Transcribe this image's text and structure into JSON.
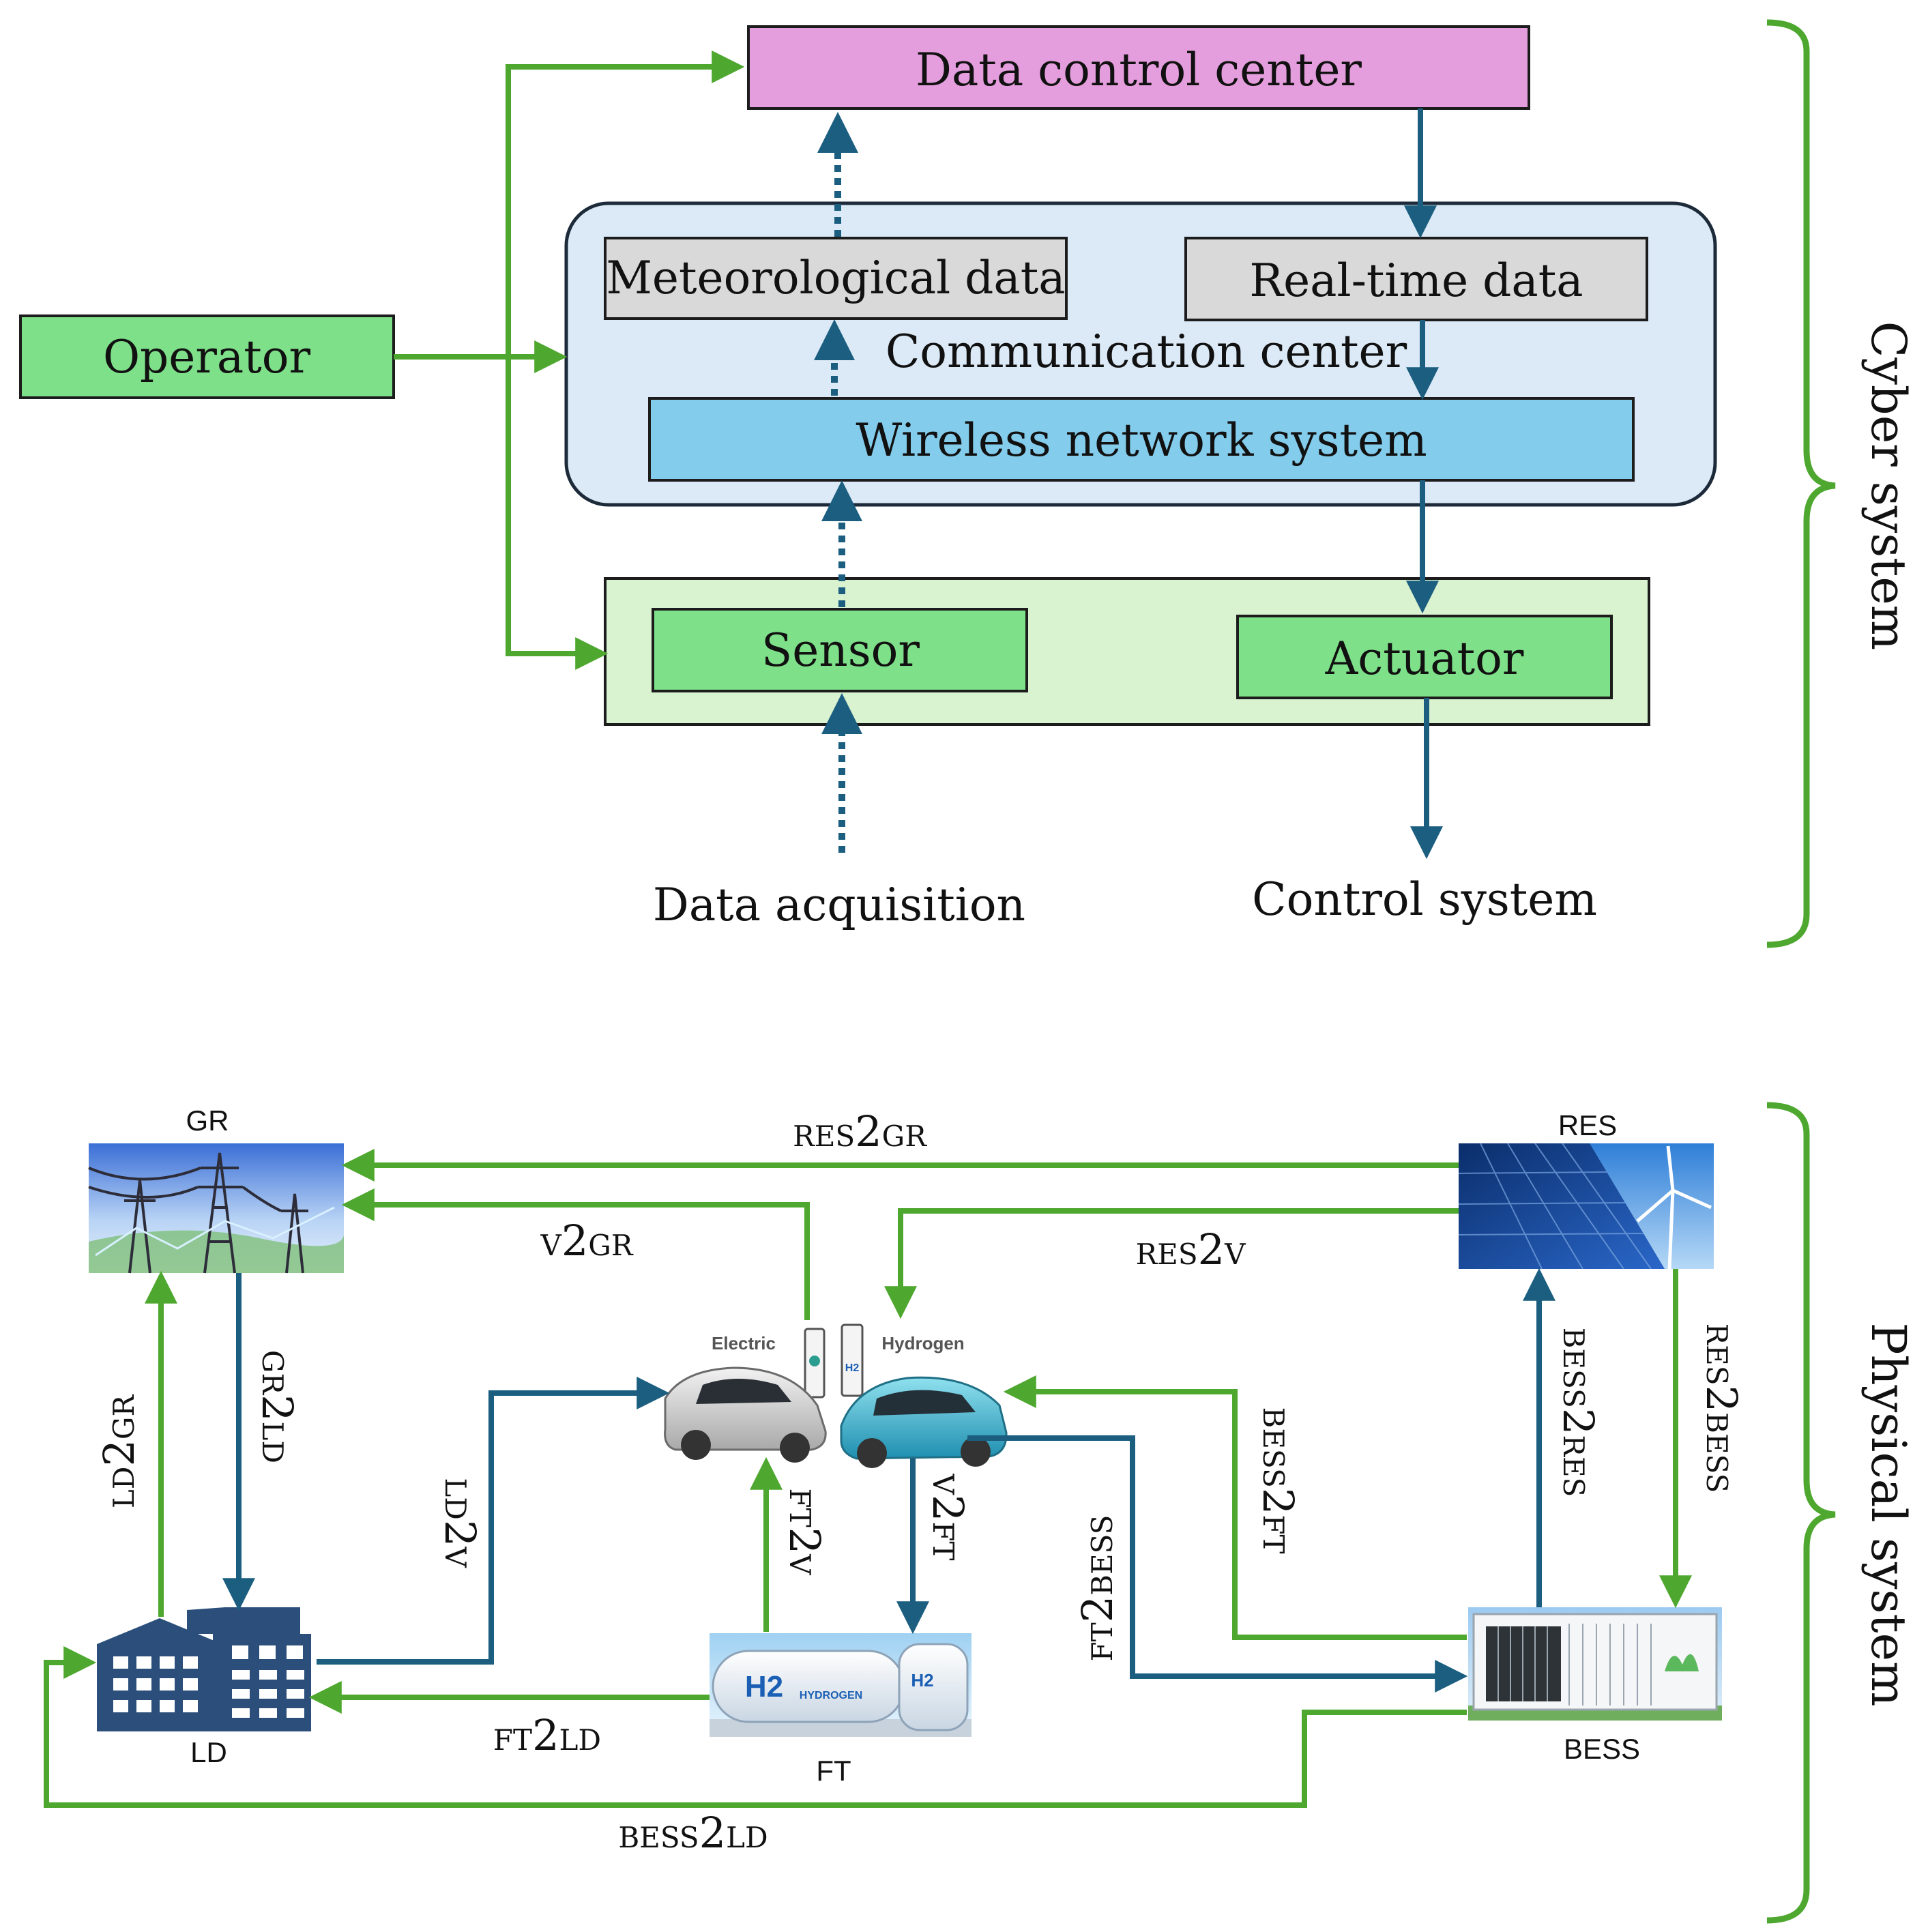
{
  "cyber": {
    "brace_label": "Cyber system",
    "data_control_center": "Data control center",
    "communication_center": "Communication center",
    "meteorological_data": "Meteorological data",
    "real_time_data": "Real-time data",
    "wireless_network": "Wireless network system",
    "operator": "Operator",
    "sensor": "Sensor",
    "actuator": "Actuator",
    "data_acquisition": "Data acquisition",
    "control_system": "Control system"
  },
  "physical": {
    "brace_label": "Physical system",
    "nodes": {
      "gr": "GR",
      "res": "RES",
      "ld": "LD",
      "ft": "FT",
      "bess": "BESS"
    },
    "ev_station": {
      "electric": "Electric",
      "hydrogen": "Hydrogen",
      "h2_badge": "H2"
    },
    "tank": {
      "h2_big": "H2",
      "hydrogen_word": "HYDROGEN",
      "h2_small": "H2"
    },
    "flows": {
      "res2gr": {
        "a": "RES",
        "n": "2",
        "b": "GR"
      },
      "v2gr": {
        "a": "V",
        "n": "2",
        "b": "GR"
      },
      "res2v": {
        "a": "RES",
        "n": "2",
        "b": "V"
      },
      "gr2ld": {
        "a": "GR",
        "n": "2",
        "b": "LD"
      },
      "ld2gr": {
        "a": "LD",
        "n": "2",
        "b": "GR"
      },
      "ld2v": {
        "a": "LD",
        "n": "2",
        "b": "V"
      },
      "ft2v": {
        "a": "FT",
        "n": "2",
        "b": "V"
      },
      "v2ft": {
        "a": "V",
        "n": "2",
        "b": "FT"
      },
      "ft2bess": {
        "a": "FT",
        "n": "2",
        "b": "BESS"
      },
      "bess2ft": {
        "a": "BESS",
        "n": "2",
        "b": "FT"
      },
      "bess2res": {
        "a": "BESS",
        "n": "2",
        "b": "RES"
      },
      "res2bess": {
        "a": "RES",
        "n": "2",
        "b": "BESS"
      },
      "ft2ld": {
        "a": "FT",
        "n": "2",
        "b": "LD"
      },
      "bess2ld": {
        "a": "BESS",
        "n": "2",
        "b": "LD"
      }
    }
  },
  "colors": {
    "green_arrow": "#4ea72e",
    "blue_arrow": "#1b5e80",
    "pink_box": "#e59edd",
    "light_blue_box": "#dceaf7",
    "wireless_box": "#83cceb",
    "gray_box": "#d9d9d9",
    "green_box": "#7fe08a",
    "light_green_box": "#d9f2d0",
    "brace_green": "#4ea72e",
    "building_blue": "#2b4f7a"
  }
}
